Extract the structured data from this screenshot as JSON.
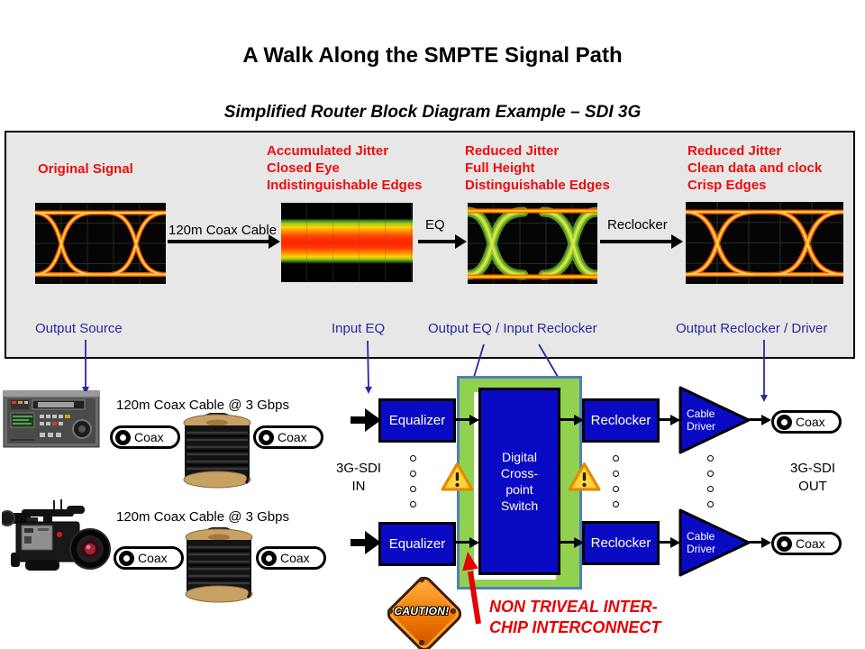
{
  "slide": {
    "title": "A Walk Along the SMPTE Signal Path",
    "subtitle": "Simplified Router Block Diagram Example – SDI 3G"
  },
  "signal_path": {
    "stages": [
      {
        "caption": [
          "Original Signal"
        ],
        "port_label": "Output Source"
      },
      {
        "caption": [
          "Accumulated Jitter",
          "Closed Eye",
          "Indistinguishable Edges"
        ],
        "port_label": "Input EQ"
      },
      {
        "caption": [
          "Reduced Jitter",
          "Full Height",
          "Distinguishable Edges"
        ],
        "port_label": "Output EQ / Input Reclocker"
      },
      {
        "caption": [
          "Reduced Jitter",
          "Clean data and clock",
          "Crisp Edges"
        ],
        "port_label": "Output Reclocker / Driver"
      }
    ],
    "flow_arrows": [
      "120m Coax Cable",
      "EQ",
      "Reclocker"
    ]
  },
  "router": {
    "cable_run_labels": [
      "120m Coax Cable @ 3 Gbps",
      "120m Coax Cable @ 3 Gbps"
    ],
    "coax_connector_label": "Coax",
    "input_port": [
      "3G-SDI",
      "IN"
    ],
    "output_port": [
      "3G-SDI",
      "OUT"
    ],
    "equalizer_label": "Equalizer",
    "reclocker_label": "Reclocker",
    "switch_label": [
      "Digital",
      "Cross-",
      "point",
      "Switch"
    ],
    "cable_driver_label": [
      "Cable",
      "Driver"
    ],
    "caution_badge": "CAUTION!",
    "warning_note": [
      "NON TRIVEAL INTER-",
      "CHIP INTERCONNECT"
    ]
  },
  "icons": {
    "warning_triangle": "exclamation-in-yellow-triangle",
    "caution_diamond": "orange-caution-diamond",
    "coax_ring": "coax-connector-ring"
  },
  "colors": {
    "caption_red": "#ED0D0D",
    "note_red": "#E60000",
    "label_blue": "#2828A0",
    "box_blue": "#0A0AC4",
    "switch_green": "#92D050",
    "green_frame_border": "#4E81BC",
    "panel_gray": "#E7E7E7"
  }
}
